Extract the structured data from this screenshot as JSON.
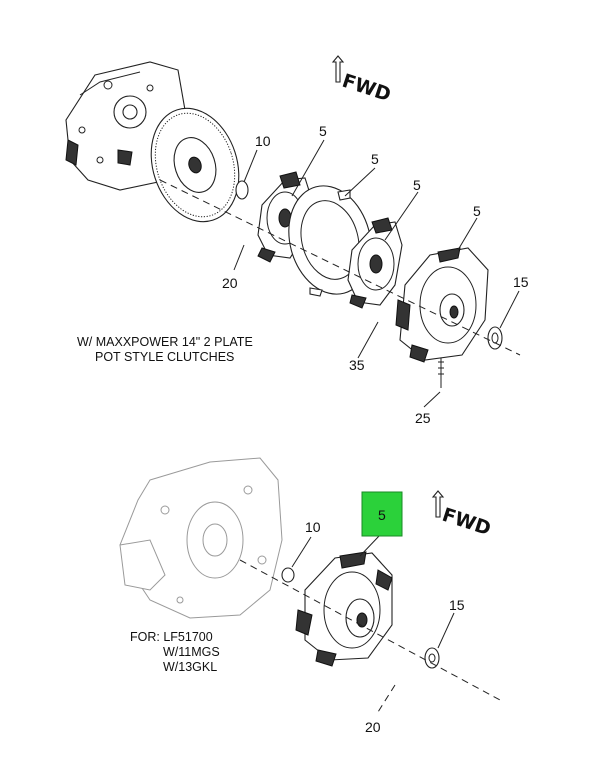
{
  "top_section": {
    "fwd_label": "FWD",
    "note_lines": [
      "W/ MAXXPOWER 14\" 2 PLATE",
      "POT STYLE CLUTCHES"
    ],
    "callouts": [
      "10",
      "5",
      "5",
      "5",
      "5",
      "20",
      "15",
      "35",
      "25"
    ]
  },
  "bottom_section": {
    "fwd_label": "FWD",
    "note_lines": [
      "FOR: LF51700",
      "W/11MGS",
      "W/13GKL"
    ],
    "callouts": [
      "10",
      "15",
      "20"
    ],
    "highlighted_callout": "5",
    "highlight_color": "#2bd13a"
  }
}
